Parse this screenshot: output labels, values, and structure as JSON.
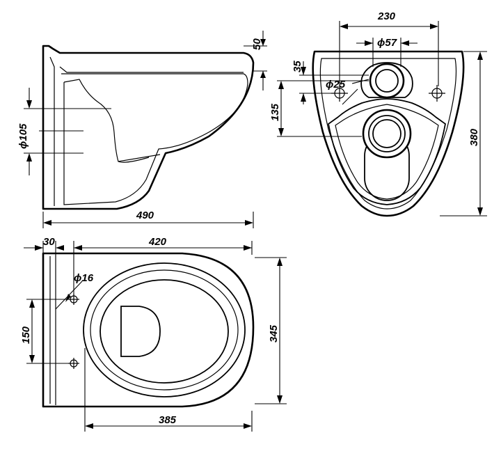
{
  "dimensions": {
    "depth_total": "490",
    "depth_fixing": "420",
    "offset_rear": "30",
    "rim_to_front": "385",
    "width": "345",
    "fixing_spacing": "150",
    "fixing_hole": "ϕ16",
    "bolt_spacing": "230",
    "outlet_dia": "ϕ57",
    "inlet_dia": "ϕ25",
    "height_back": "380",
    "inlet_offset": "35",
    "outlet_height": "135",
    "flush_dia": "ϕ105",
    "top_thickness": "50"
  }
}
